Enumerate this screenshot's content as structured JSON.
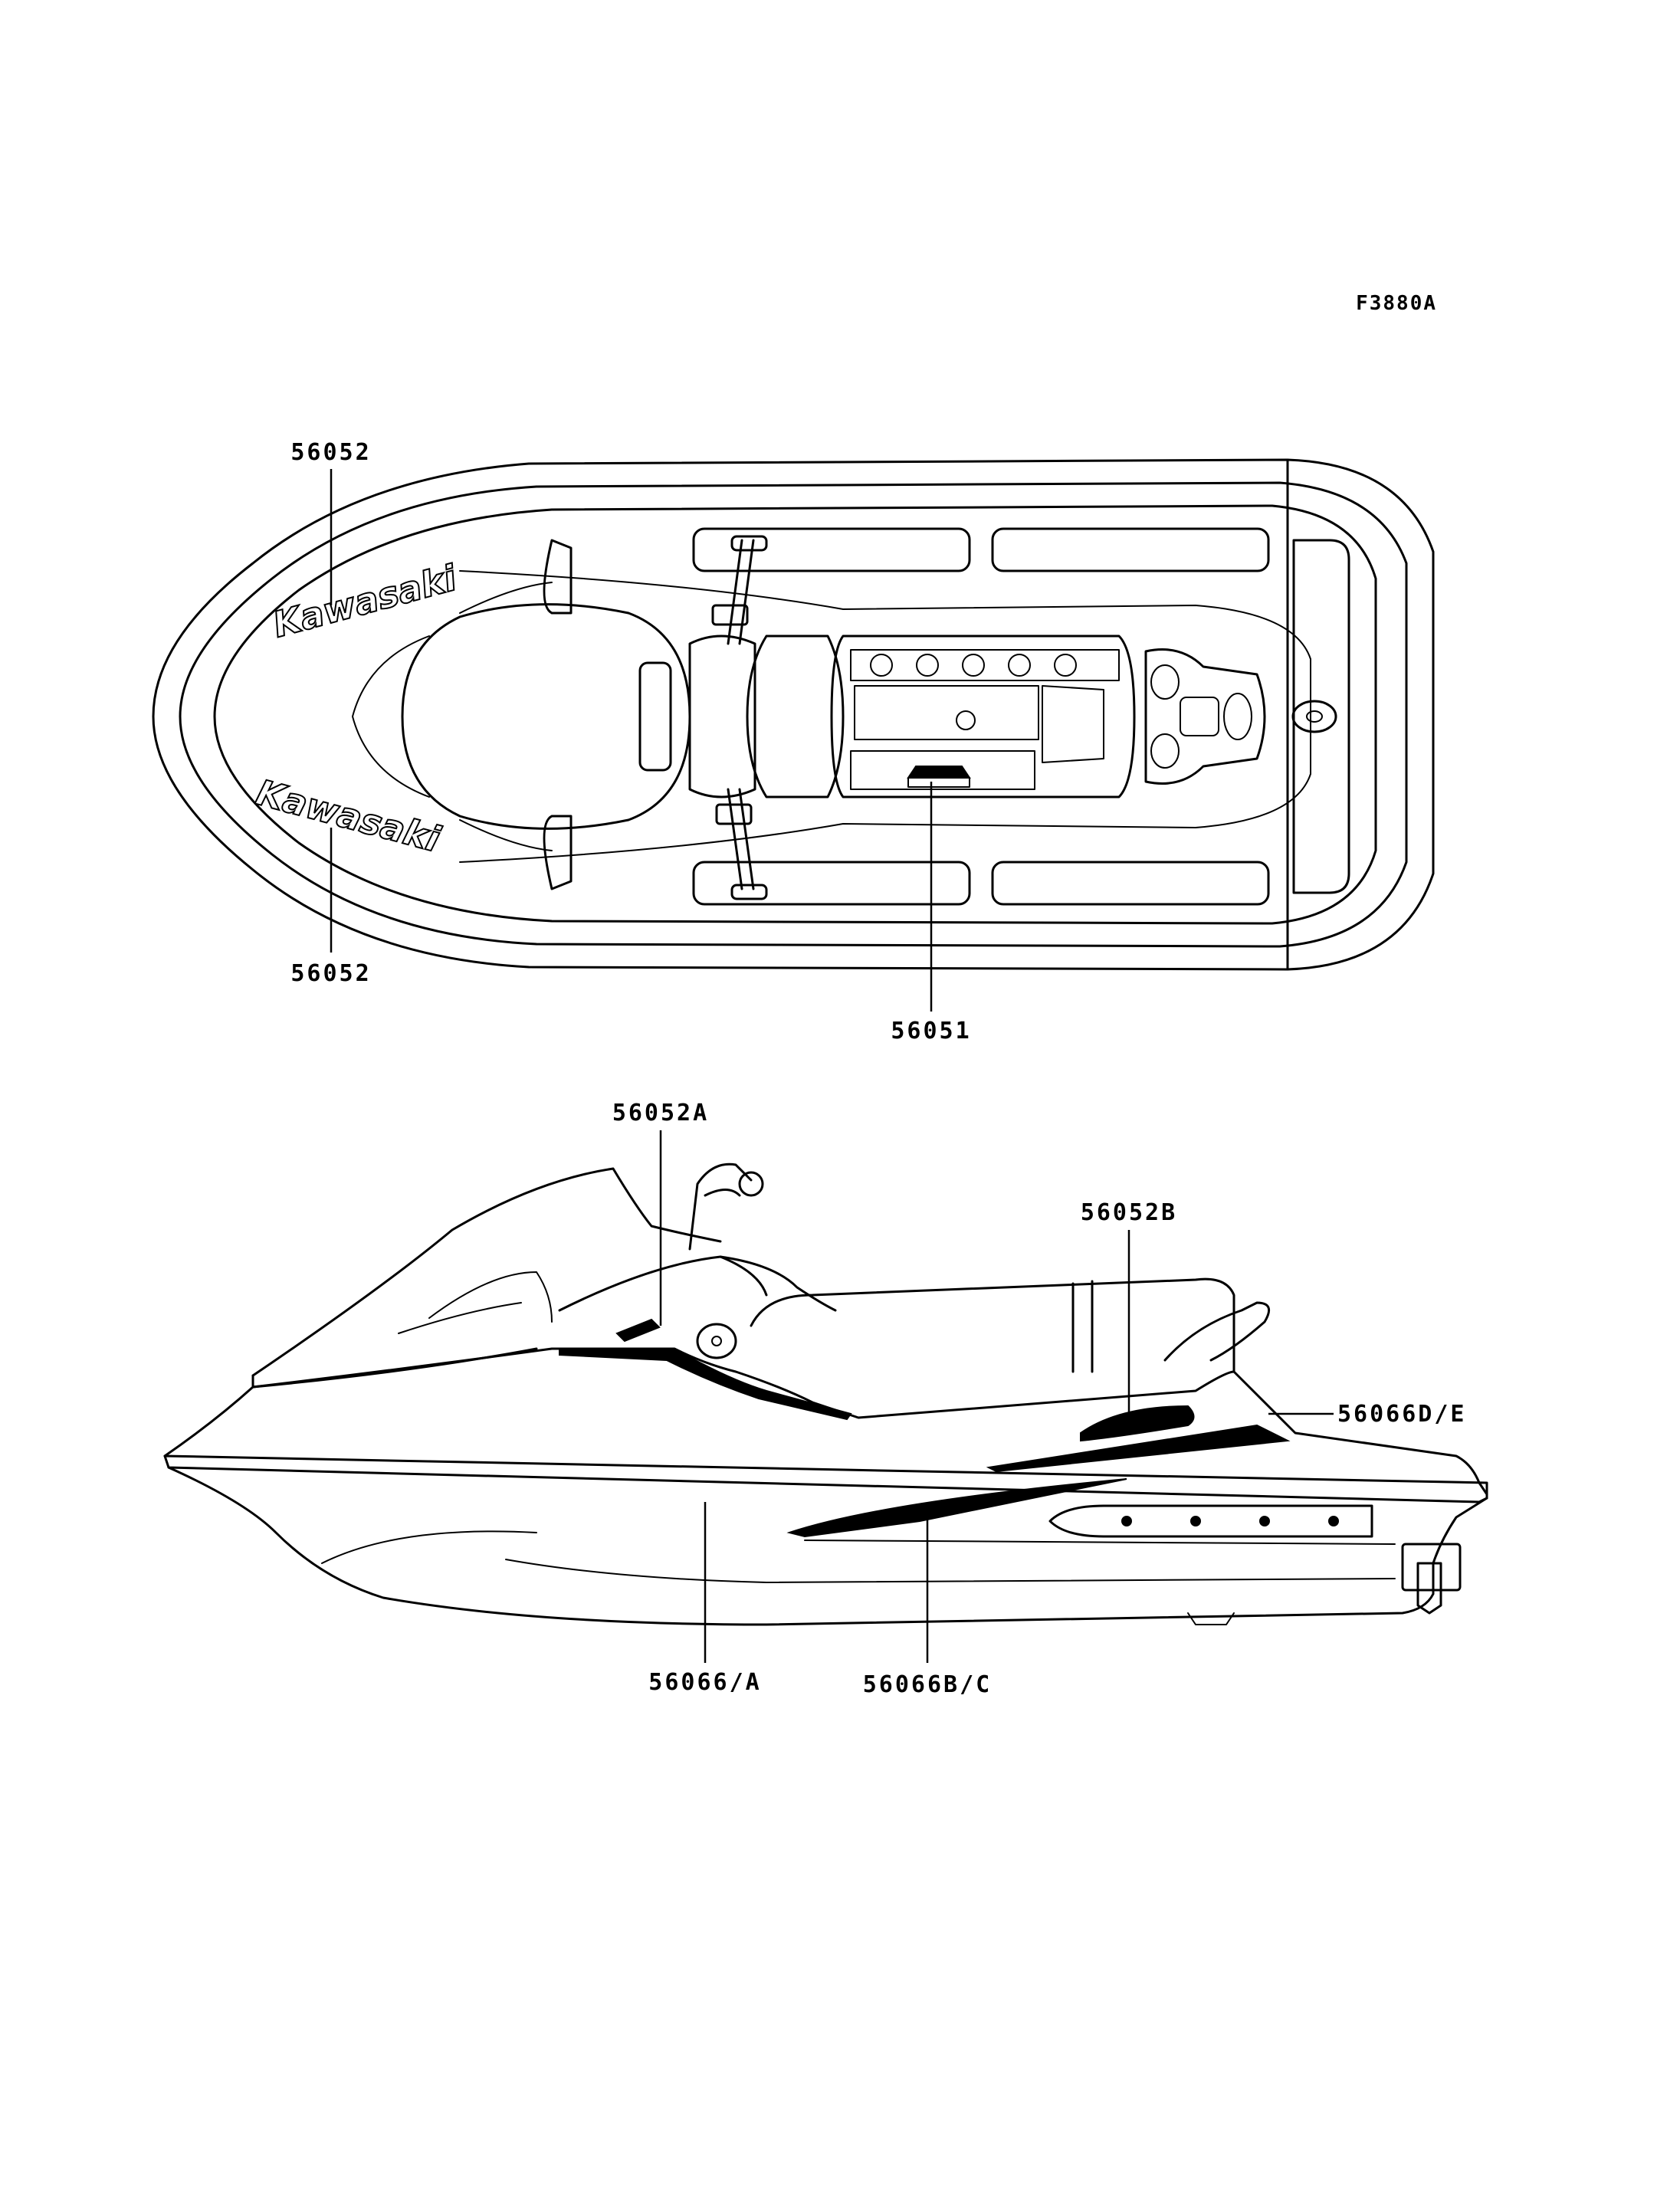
{
  "drawing_code": "F3880A",
  "top_view": {
    "labels": {
      "upper_left": "56052",
      "lower_left": "56052",
      "center": "56051"
    },
    "decal_text_upper": "Kawasaki",
    "decal_text_lower": "Kawasaki"
  },
  "side_view": {
    "labels": {
      "top": "56052A",
      "right_upper": "56052B",
      "right": "56066D/E",
      "bottom_left": "56066/A",
      "bottom_right": "56066B/C"
    }
  }
}
